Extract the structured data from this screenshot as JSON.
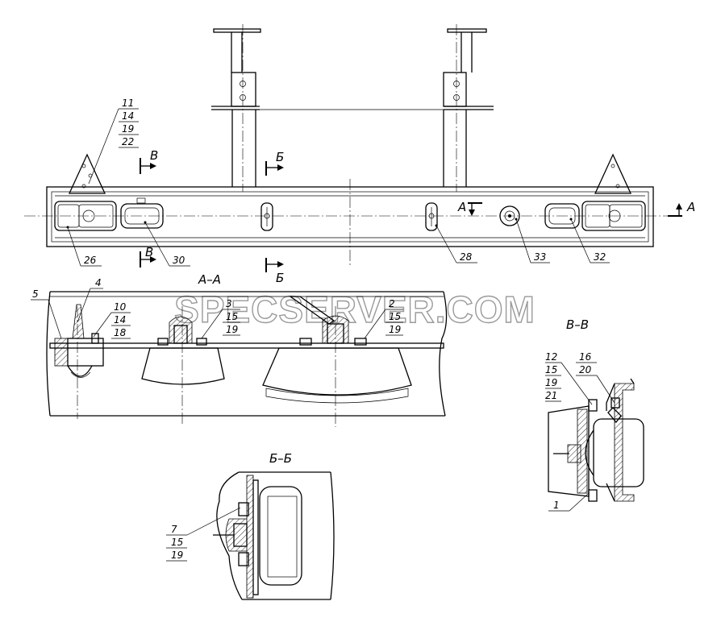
{
  "watermark": "SPECSERVER.COM",
  "section_titles": {
    "aa": "А–А",
    "bb": "Б–Б",
    "vv": "В–В"
  },
  "cut_marks": {
    "v": "В",
    "b": "Б",
    "a": "А"
  },
  "callouts": {
    "top_triangle": [
      "11",
      "14",
      "19",
      "22"
    ],
    "p26": "26",
    "p30": "30",
    "p28": "28",
    "p33": "33",
    "p32": "32",
    "aa_5": "5",
    "aa_4": "4",
    "aa_10": [
      "10",
      "14",
      "18"
    ],
    "aa_3": [
      "3",
      "15",
      "19"
    ],
    "aa_2": [
      "2",
      "15",
      "19"
    ],
    "vv_12": [
      "12",
      "15",
      "19",
      "21"
    ],
    "vv_16": [
      "16",
      "20"
    ],
    "vv_1": "1",
    "bb_7": [
      "7",
      "15",
      "19"
    ]
  }
}
